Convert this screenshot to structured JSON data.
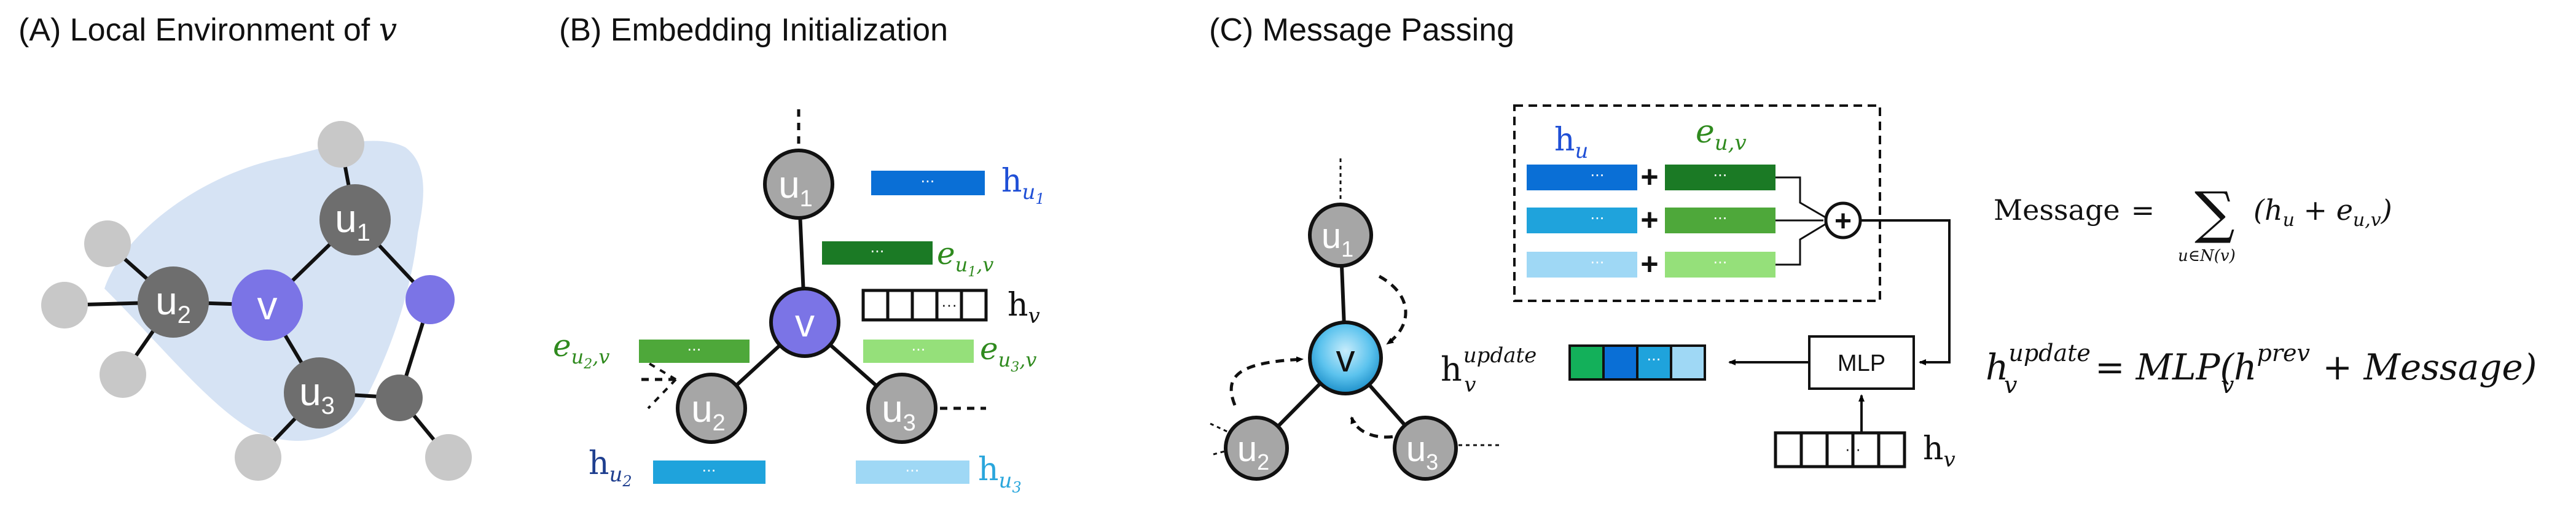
{
  "colors": {
    "gray_node": "#a6a6a6",
    "dark_gray_node": "#6e6e6e",
    "light_gray_node": "#c8c8c8",
    "purple_node": "#7b74e6",
    "shade": "#d6e3f4",
    "blue_dark": "#0a6fd6",
    "blue_mid": "#1fa3dc",
    "blue_light": "#9fd8f5",
    "green_dark": "#1b7a25",
    "green_mid": "#4ea83a",
    "green_light": "#95e07a",
    "green_bright": "#13b05a",
    "label_blue": "#1f4fd6",
    "label_green": "#2f8a1e",
    "label_navy": "#1f3f8f",
    "label_cyan": "#2aa6dc"
  },
  "panel_a": {
    "title": "(A) Local Environment of ",
    "title_var": "v",
    "node_u1": "u",
    "node_u1_sub": "1",
    "node_u2": "u",
    "node_u2_sub": "2",
    "node_u3": "u",
    "node_u3_sub": "3",
    "node_v": "v"
  },
  "panel_b": {
    "title": "(B) Embedding Initialization",
    "node_u1": "u",
    "node_u1_sub": "1",
    "node_u2": "u",
    "node_u2_sub": "2",
    "node_u3": "u",
    "node_u3_sub": "3",
    "node_v": "v",
    "dots": "···",
    "h_u1": {
      "base": "h",
      "sub": "u",
      "subsub": "1"
    },
    "e_u1v": {
      "base": "e",
      "sub": "u",
      "subsub": "1",
      "tail": ",v"
    },
    "h_v": {
      "base": "h",
      "sub": "v"
    },
    "e_u2v": {
      "base": "e",
      "sub": "u",
      "subsub": "2",
      "tail": ",v"
    },
    "e_u3v": {
      "base": "e",
      "sub": "u",
      "subsub": "3",
      "tail": ",v"
    },
    "h_u2": {
      "base": "h",
      "sub": "u",
      "subsub": "2"
    },
    "h_u3": {
      "base": "h",
      "sub": "u",
      "subsub": "3"
    }
  },
  "panel_c": {
    "title": "(C) Message Passing",
    "node_u1": "u",
    "node_u1_sub": "1",
    "node_u2": "u",
    "node_u2_sub": "2",
    "node_u3": "u",
    "node_u3_sub": "3",
    "node_v": "v",
    "dots": "···",
    "hu_label": {
      "base": "h",
      "sub": "u"
    },
    "euv_label": {
      "base": "e",
      "sub": "u,v"
    },
    "plus": "+",
    "circled_plus": "+",
    "mlp": "MLP",
    "h_update": {
      "base": "h",
      "sub": "v",
      "sup": "update"
    },
    "h_v": {
      "base": "h",
      "sub": "v"
    },
    "eq_message": {
      "lhs": "Message",
      "equals": "=",
      "sum": "∑",
      "sum_sub": "u∈N(v)",
      "term_open": "(h",
      "term_h_sub": "u",
      "term_plus": " + e",
      "term_e_sub": "u,v",
      "term_close": ")"
    },
    "eq_update": {
      "lhs_base": "h",
      "lhs_sub": "v",
      "lhs_sup": "update",
      "equals": "=",
      "rhs_open": "MLP(h",
      "rhs_sub": "v",
      "rhs_sup": "prev",
      "rhs_tail": " + Message)"
    }
  }
}
